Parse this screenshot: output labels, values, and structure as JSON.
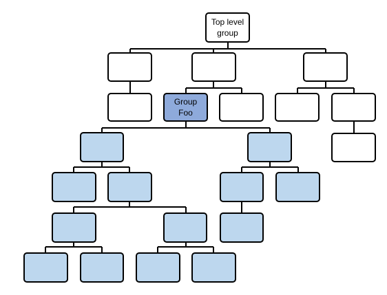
{
  "colors": {
    "connector": "#000000",
    "empty_box_fill": "#ffffff",
    "highlight_fill": "#8eaadb",
    "descendant_fill": "#bdd7ee",
    "box_stroke": "#000000"
  },
  "nodes": {
    "root": {
      "line1": "Top level",
      "line2": "group"
    },
    "group_foo": {
      "line1": "Group",
      "line2": "Foo"
    }
  }
}
